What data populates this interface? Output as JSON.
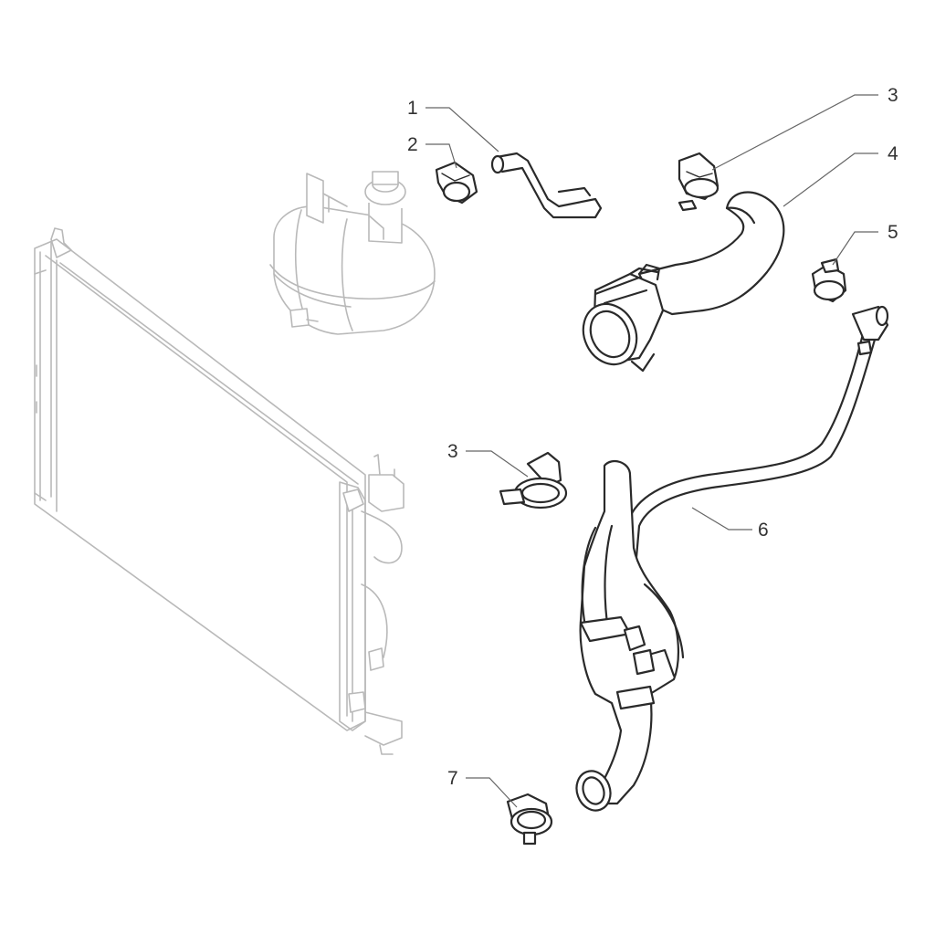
{
  "diagram": {
    "callouts": [
      {
        "id": "c1",
        "label": "1"
      },
      {
        "id": "c2",
        "label": "2"
      },
      {
        "id": "c3a",
        "label": "3"
      },
      {
        "id": "c4",
        "label": "4"
      },
      {
        "id": "c5",
        "label": "5"
      },
      {
        "id": "c3b",
        "label": "3"
      },
      {
        "id": "c6",
        "label": "6"
      },
      {
        "id": "c7",
        "label": "7"
      }
    ]
  }
}
